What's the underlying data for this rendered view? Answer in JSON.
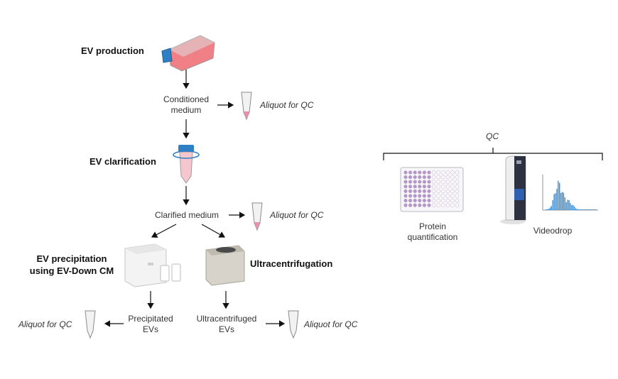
{
  "labels": {
    "ev_production": "EV production",
    "ev_clarification": "EV clarification",
    "ev_precipitation_line1": "EV precipitation",
    "ev_precipitation_line2": "using EV-Down CM",
    "ultracentrifugation": "Ultracentrifugation"
  },
  "steps": {
    "conditioned_line1": "Conditioned",
    "conditioned_line2": "medium",
    "clarified": "Clarified medium",
    "precipitated_line1": "Precipitated",
    "precipitated_line2": "EVs",
    "ultracentrifuged_line1": "Ultracentrifuged",
    "ultracentrifuged_line2": "EVs"
  },
  "aliquot": "Aliquot for QC",
  "qc": {
    "title": "QC",
    "protein_line1": "Protein",
    "protein_line2": "quantification",
    "videodrop": "Videodrop"
  },
  "colors": {
    "flask_medium": "#f07f86",
    "cap_blue": "#2f7fc4",
    "tube_pink": "#e890ad",
    "plate_well": "#b696c8"
  }
}
